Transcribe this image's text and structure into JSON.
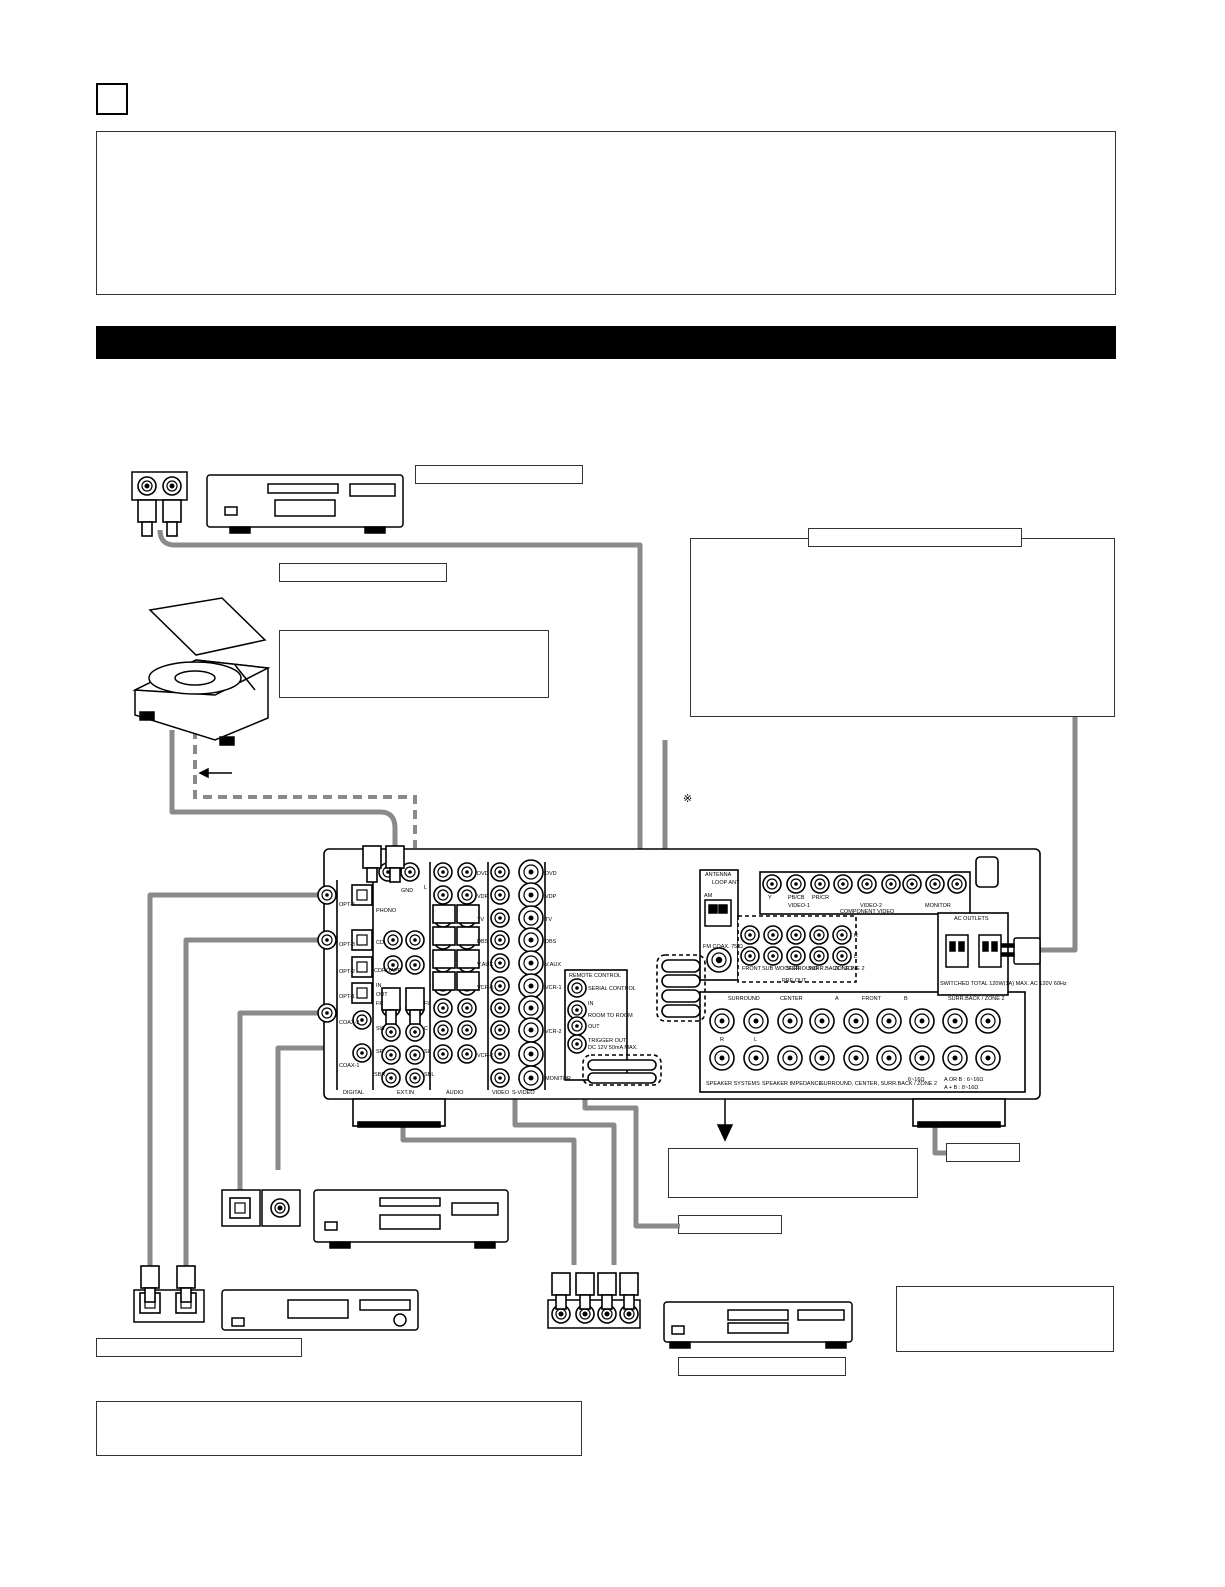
{
  "receiver": {
    "phono_label": "PHONO",
    "phono_l": "L",
    "gnd": "GND",
    "digital_inputs": [
      "OPT-4",
      "OPT-3",
      "OPT-2",
      "OPT-1",
      "COAX-2",
      "COAX-1"
    ],
    "digital_group": "DIGITAL",
    "audio_inputs_left": [
      "CD",
      "CDR/TAPE",
      "IN",
      "OUT"
    ],
    "audio_inputs_right": [
      "DVD",
      "VDP",
      "TV",
      "DBS",
      "V.AUX",
      "VCR-1",
      "VCR-2"
    ],
    "audio_group": "AUDIO",
    "video_group": "VIDEO",
    "svideo_inputs": [
      "DVD",
      "VDP",
      "TV",
      "DBS",
      "V.AUX",
      "VCR-1",
      "VCR-2",
      "MONITOR"
    ],
    "svideo_group": "S-VIDEO",
    "ext_in_labels": [
      "FR",
      "FL",
      "SW",
      "C",
      "SR",
      "SL",
      "SBR",
      "SBL"
    ],
    "ext_in_group": "EXT.IN",
    "remote_control": {
      "title": "REMOTE CONTROL",
      "items": [
        "SERIAL CONTROL",
        "ROOM TO ROOM",
        "TRIGGER OUT",
        "DC 12V 50mA MAX."
      ],
      "in_label": "IN",
      "out_label": "OUT"
    },
    "antenna": {
      "title": "ANTENNA",
      "loop": "LOOP ANT",
      "am": "AM",
      "fm": "FM COAX. 75 Ω"
    },
    "component_video": {
      "title": "COMPONENT VIDEO",
      "labels": [
        "Y",
        "PB/CB",
        "PR/CR"
      ],
      "groups": [
        "VIDEO-1",
        "VIDEO-2",
        "MONITOR"
      ]
    },
    "pre_out": {
      "title": "PRE OUT",
      "labels": [
        "FRONT",
        "SUB WOOFER",
        "SURROUND",
        "SURR.BACK / ZONE 2",
        "ZONE 2"
      ],
      "rl": [
        "R",
        "L"
      ]
    },
    "ac_outlets": {
      "title": "AC OUTLETS",
      "note": "SWITCHED TOTAL 120W(1A) MAX. AC 120V 60Hz"
    },
    "speakers": {
      "groups": [
        "SURROUND",
        "CENTER",
        "FRONT",
        "SURR.BACK / ZONE 2"
      ],
      "ab": [
        "A",
        "B"
      ],
      "rl": [
        "R",
        "L"
      ],
      "bottom": [
        "SPEAKER SYSTEMS",
        "SPEAKER IMPEDANCE",
        "SURROUND, CENTER, SURR.BACK / ZONE 2",
        "6~16Ω"
      ],
      "impedance_ab": "A OR B : 6~16Ω",
      "impedance_a_b": "A + B : 8~16Ω"
    }
  }
}
